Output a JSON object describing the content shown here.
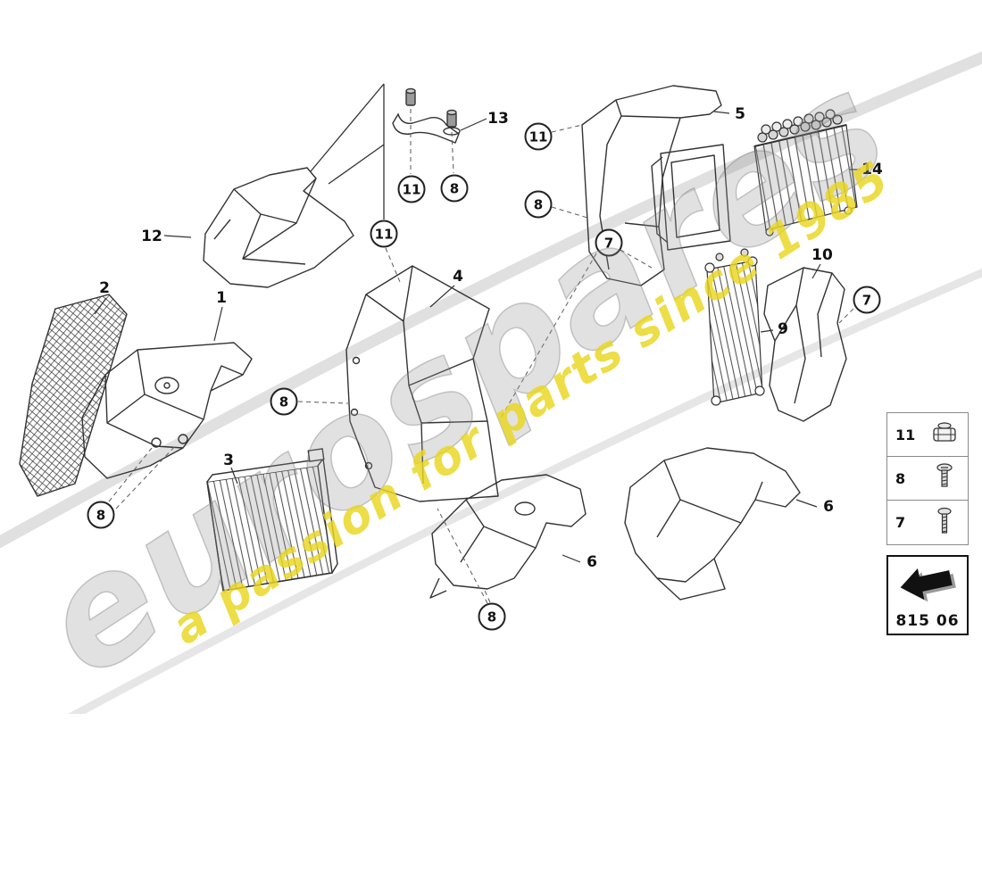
{
  "watermark": {
    "brand": "eurospares",
    "tagline": "a passion for parts since 1985"
  },
  "part_code": "815 06",
  "callouts": [
    {
      "text": "12"
    },
    {
      "text": "2"
    },
    {
      "text": "1"
    },
    {
      "text": "13"
    },
    {
      "text": "5"
    },
    {
      "text": "14"
    },
    {
      "text": "10"
    },
    {
      "text": "4"
    },
    {
      "text": "9"
    },
    {
      "text": "3"
    },
    {
      "text": "6"
    },
    {
      "text": "6"
    },
    {
      "text": "11"
    },
    {
      "text": "11"
    },
    {
      "text": "8"
    },
    {
      "text": "11"
    },
    {
      "text": "8"
    },
    {
      "text": "7"
    },
    {
      "text": "7"
    },
    {
      "text": "8"
    },
    {
      "text": "8"
    },
    {
      "text": "8"
    }
  ],
  "legend": {
    "items": [
      {
        "number": "11"
      },
      {
        "number": "8"
      },
      {
        "number": "7"
      }
    ]
  }
}
